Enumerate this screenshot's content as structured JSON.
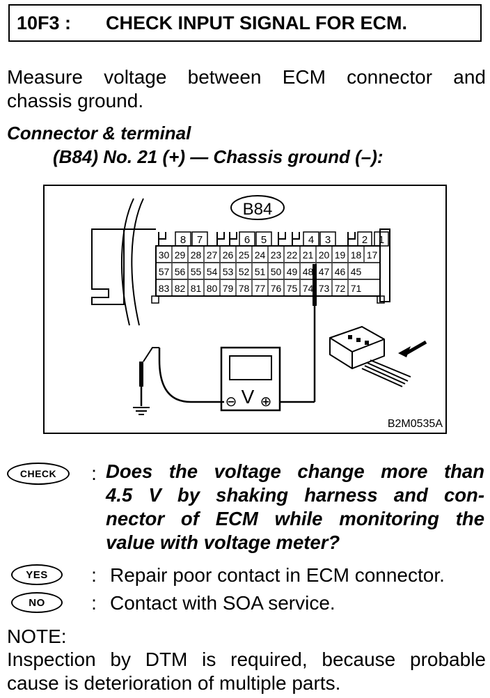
{
  "header": {
    "code": "10F3 :",
    "title": "CHECK INPUT SIGNAL FOR ECM."
  },
  "instruction": {
    "line1": "Measure voltage between ECM connector and",
    "line2": "chassis ground."
  },
  "connector": {
    "title": "Connector & terminal",
    "subtitle": "(B84) No. 21 (+) — Chassis ground (–):"
  },
  "diagram": {
    "connector_label": "B84",
    "figure_code": "B2M0535A",
    "top_pins": [
      "8",
      "7",
      "6",
      "5",
      "4",
      "3",
      "2",
      "1"
    ],
    "row1": [
      "30",
      "29",
      "28",
      "27",
      "26",
      "25",
      "24",
      "23",
      "22",
      "21",
      "20",
      "19",
      "18",
      "17"
    ],
    "row2": [
      "57",
      "56",
      "55",
      "54",
      "53",
      "52",
      "51",
      "50",
      "49",
      "48",
      "47",
      "46",
      "45"
    ],
    "row3": [
      "83",
      "82",
      "81",
      "80",
      "79",
      "78",
      "77",
      "76",
      "75",
      "74",
      "73",
      "72",
      "71"
    ],
    "meter_label": "V",
    "minus_symbol": "⊖",
    "plus_symbol": "⊕"
  },
  "check": {
    "badge": "CHECK",
    "colon": ":",
    "question_lines": [
      "Does the voltage change more than",
      "4.5 V by shaking harness and con-",
      "nector of ECM while monitoring the",
      "value with voltage meter?"
    ]
  },
  "yes": {
    "badge": "YES",
    "colon": ":",
    "text": "Repair poor contact in ECM connector."
  },
  "no": {
    "badge": "NO",
    "colon": ":",
    "text": "Contact with SOA service."
  },
  "note": {
    "label": "NOTE:",
    "line1": "Inspection by DTM is required, because probable",
    "line2": "cause is deterioration of multiple parts."
  }
}
